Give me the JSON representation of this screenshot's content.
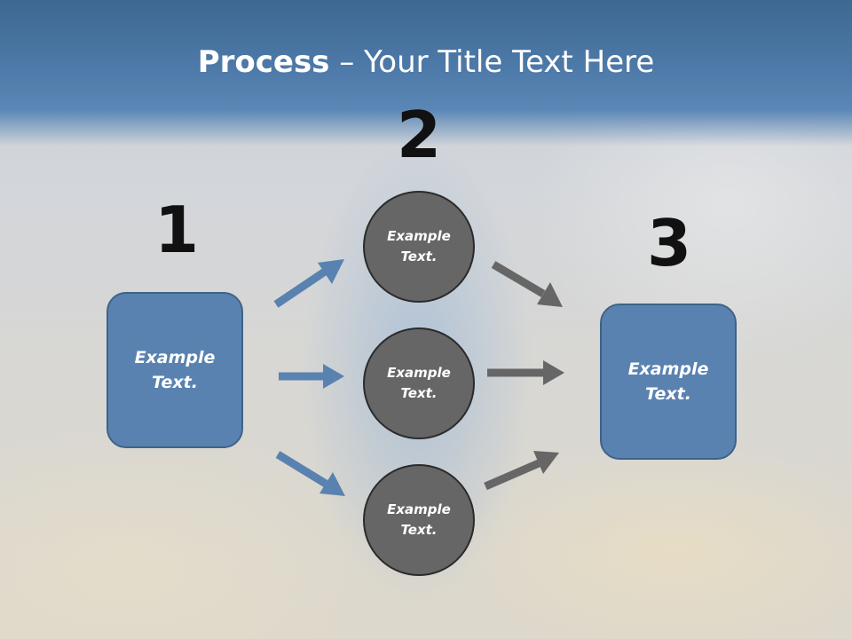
{
  "title": {
    "bold": "Process",
    "rest": " – Your Title Text Here"
  },
  "steps": {
    "one": "1",
    "two": "2",
    "three": "3"
  },
  "nodes": {
    "left": "Example\nText.",
    "right": "Example\nText.",
    "top": "Example\nText.",
    "middle": "Example\nText.",
    "bottom": "Example\nText."
  },
  "colors": {
    "box_fill": "#5a82b0",
    "circle_fill": "#666666",
    "blue_arrow": "#5a82b0",
    "gray_arrow": "#666666",
    "title_band": "#4d79a8"
  }
}
